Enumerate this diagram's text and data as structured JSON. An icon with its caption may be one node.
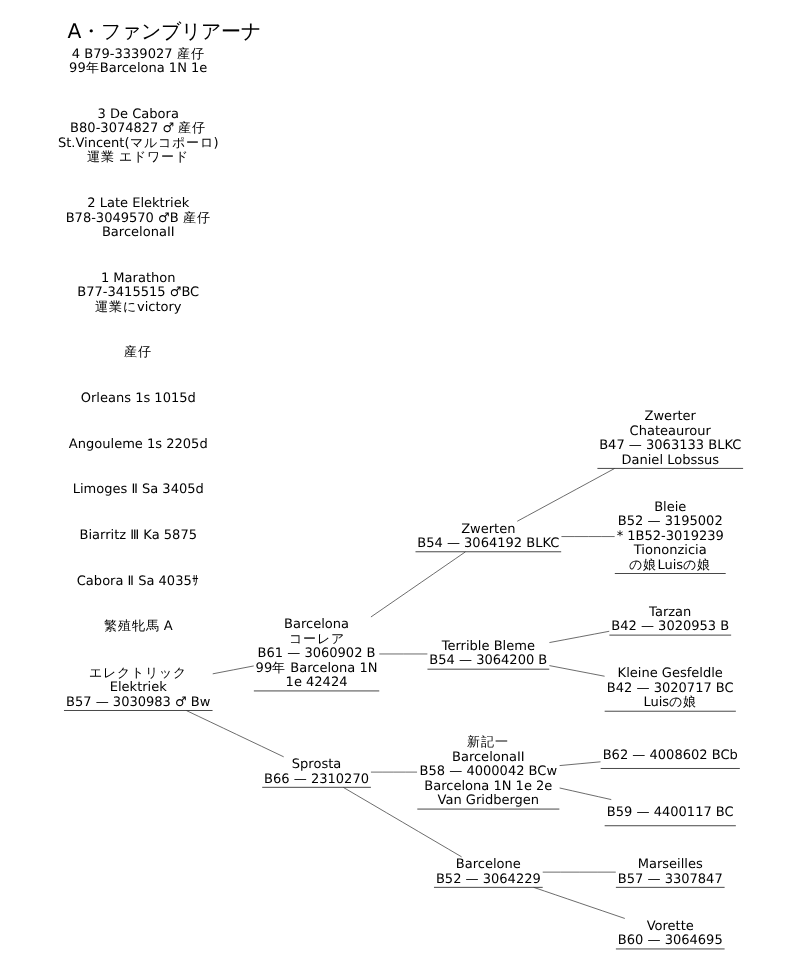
{
  "diagram": {
    "title": "A・ファンブリアーナ",
    "nodes": [
      {
        "text": [
          "エレクトリック",
          "Elektriek",
          "B57 — 3030983 ♂ Bw"
        ]
      },
      {
        "text": [
          "Barcelona",
          "コーレア",
          "B61 — 3060902 B",
          "99年 Barcelona 1N 1e 42424"
        ]
      },
      {
        "text": [
          "Sprosta",
          "B66 — 2310270"
        ]
      },
      {
        "text": [
          "Zwerten",
          "B54 — 3064192 BLKC"
        ]
      },
      {
        "text": [
          "Terrible Bleme",
          "B54 — 3064200 B"
        ]
      },
      {
        "text": [
          "新記一",
          "BarcelonaII",
          "B58 — 4000042 BCw",
          "Barcelona 1N 1e 2e",
          "Van Gridbergen"
        ]
      },
      {
        "text": [
          "Barcelone",
          "B52 — 3064229"
        ]
      },
      {
        "text": [
          "Zwerter Chateaurour",
          "B47 — 3063133 BLKC",
          "Daniel Lobssus"
        ]
      },
      {
        "text": [
          "Bleie",
          "B52 — 3195002",
          "* 1B52-3019239 Tiononzicia の娘Luisの娘"
        ]
      },
      {
        "text": [
          "Tarzan",
          "B42 — 3020953 B"
        ]
      },
      {
        "text": [
          "Kleine Gesfeldle",
          "B42 — 3020717 BC",
          "Luisの娘"
        ]
      },
      {
        "text": [
          "B62 — 4008602 BCb"
        ]
      },
      {
        "text": [
          "B59 — 4400117 BC"
        ]
      },
      {
        "text": [
          "Marseilles",
          "B57 — 3307847"
        ]
      },
      {
        "text": [
          "Vorette",
          "B60 — 3064695"
        ]
      }
    ],
    "edges": [
      {
        "from": 0,
        "to": 1,
        "arrow": "none"
      },
      {
        "from": 0,
        "to": 2,
        "arrow": "none"
      },
      {
        "from": 1,
        "to": 3,
        "arrow": "none"
      },
      {
        "from": 1,
        "to": 4,
        "arrow": "none"
      },
      {
        "from": 2,
        "to": 5,
        "arrow": "none"
      },
      {
        "from": 2,
        "to": 6,
        "arrow": "none"
      },
      {
        "from": 3,
        "to": 7,
        "arrow": "none"
      },
      {
        "from": 3,
        "to": 8,
        "arrow": "none"
      },
      {
        "from": 4,
        "to": 9,
        "arrow": "none"
      },
      {
        "from": 4,
        "to": 10,
        "arrow": "none"
      },
      {
        "from": 5,
        "to": 11,
        "arrow": "none"
      },
      {
        "from": 5,
        "to": 12,
        "arrow": "none"
      },
      {
        "from": 6,
        "to": 13,
        "arrow": "none"
      },
      {
        "from": 6,
        "to": 14,
        "arrow": "none"
      }
    ],
    "labels": [
      "繁殖牝馬 A",
      "Cabora Ⅱ Sa 4035ｻ",
      "Biarritz Ⅲ Ka 5875",
      "Limoges Ⅱ Sa 3405d",
      "Angouleme 1s 2205d",
      "Orleans 1s 1015d",
      "産仔",
      "1 Marathon B77-3415515 ♂BC 運業にvictory",
      "2 Late Elektriek B78-3049570 ♂B 産仔 BarcelonaII",
      "3 De Cabora B80-3074827 ♂ 産仔 St.Vincent(マルコポーロ) 運業 エドワード",
      "4 B79-3339027 産仔 99年Barcelona 1N 1e"
    ]
  }
}
